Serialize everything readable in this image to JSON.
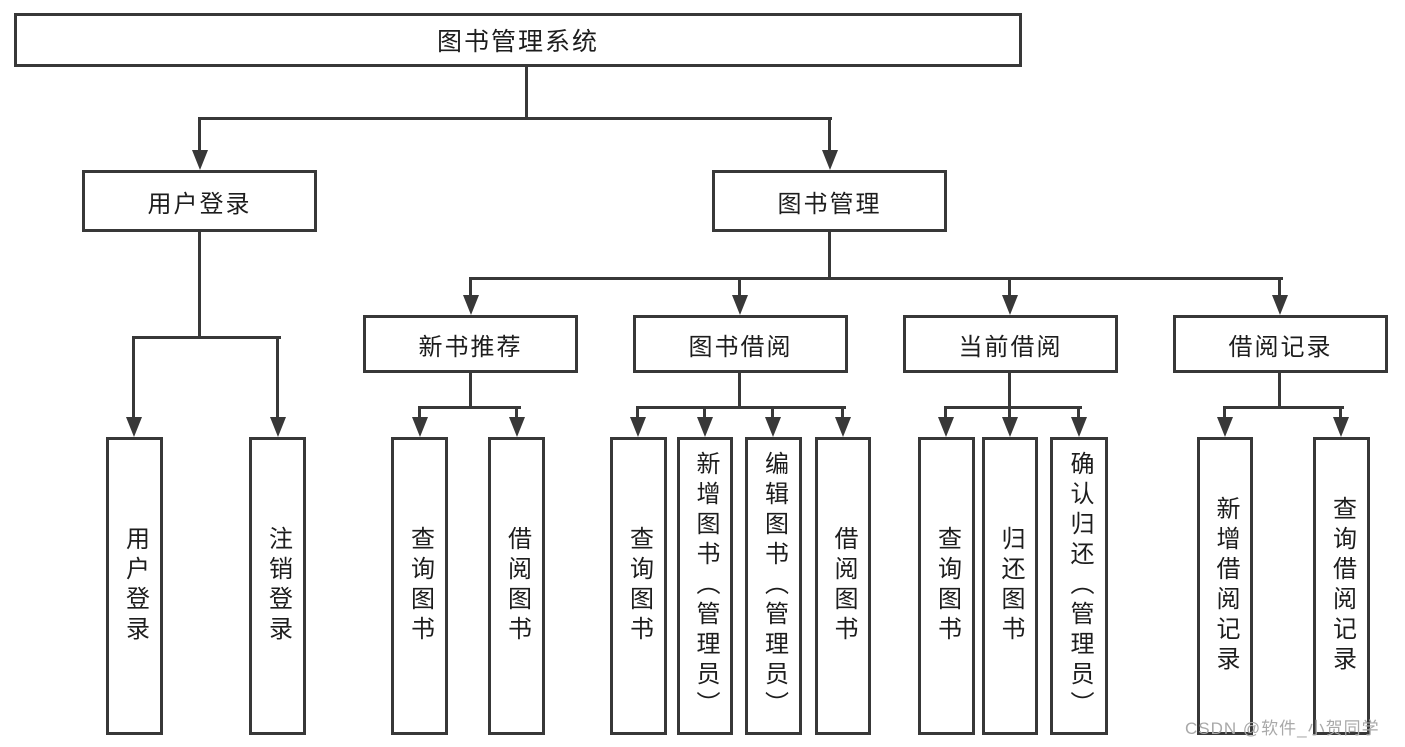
{
  "root": {
    "label": "图书管理系统"
  },
  "level2": {
    "user_login": {
      "label": "用户登录",
      "children": [
        {
          "label": "用户登录"
        },
        {
          "label": "注销登录"
        }
      ]
    },
    "book_management": {
      "label": "图书管理",
      "sections": [
        {
          "label": "新书推荐",
          "children": [
            {
              "label": "查询图书"
            },
            {
              "label": "借阅图书"
            }
          ]
        },
        {
          "label": "图书借阅",
          "children": [
            {
              "label": "查询图书"
            },
            {
              "label": "新增图书（管理员）"
            },
            {
              "label": "编辑图书（管理员）"
            },
            {
              "label": "借阅图书"
            }
          ]
        },
        {
          "label": "当前借阅",
          "children": [
            {
              "label": "查询图书"
            },
            {
              "label": "归还图书"
            },
            {
              "label": "确认归还（管理员）"
            }
          ]
        },
        {
          "label": "借阅记录",
          "children": [
            {
              "label": "新增借阅记录"
            },
            {
              "label": "查询借阅记录"
            }
          ]
        }
      ]
    }
  },
  "watermark": {
    "text": "CSDN @软件_小贺同学"
  },
  "colors": {
    "line": "#383838",
    "text": "#1d1d1d",
    "background": "#ffffff",
    "watermark": "#a9a9a9"
  }
}
